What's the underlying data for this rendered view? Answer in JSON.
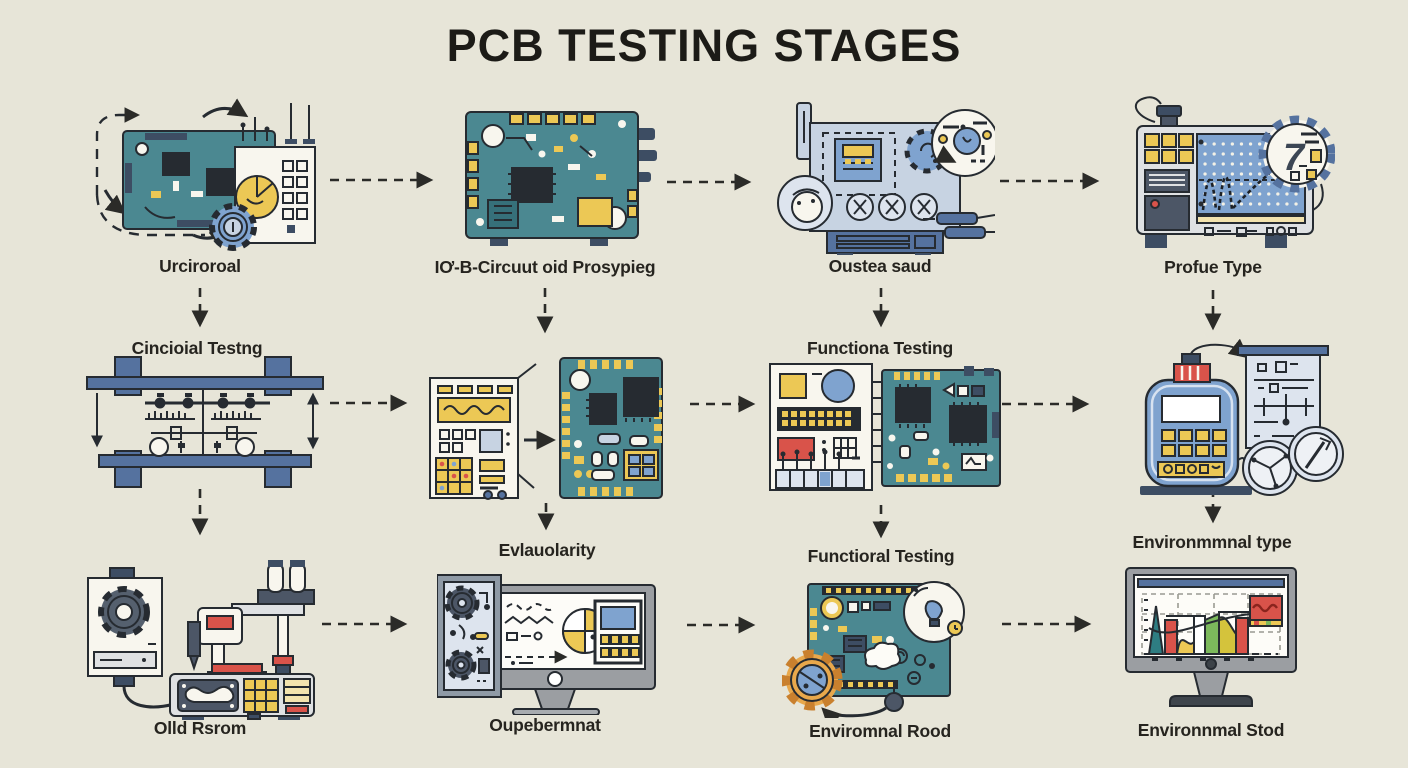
{
  "title": "PCB TESTING STAGES",
  "colors": {
    "background": "#e7e5d8",
    "ink": "#262b31",
    "pcb_teal": "#4b8891",
    "navy": "#3d4d63",
    "accent_blue": "#7fa3cf",
    "accent_yellow": "#ecc855",
    "accent_red": "#d9534a",
    "accent_orange": "#e0963c"
  },
  "cells": [
    {
      "name": "incoming-pcb-process",
      "illustration": "pcb-with-loop-arrows-gear-calculator",
      "label_below": "Urciroroal"
    },
    {
      "name": "bare-circuit-board",
      "illustration": "assembled-pcb-top-view",
      "label_below": "IƠ-B-Circuut oid Prosypieg"
    },
    {
      "name": "inspection-instrument",
      "illustration": "test-instrument-with-knobs-gauge-probes",
      "label_below": "Oustea saud"
    },
    {
      "name": "oscilloscope-profile",
      "illustration": "oscilloscope-with-graph-and-gear-badge",
      "label_below": "Profue Type",
      "badge_glyph": "7"
    },
    {
      "name": "in-circuit-test-fixture",
      "illustration": "bed-of-nails-fixture-schematic",
      "label_above": "Cincioial Testng"
    },
    {
      "name": "programming-station",
      "illustration": "control-panel-feeding-pcb",
      "label_below": "Evlauolarity"
    },
    {
      "name": "functional-test-rig",
      "illustration": "io-panel-wired-to-pcb",
      "label_above": "Functiona Testing",
      "label_below": "Functioral Testing"
    },
    {
      "name": "multimeter-verification",
      "illustration": "handheld-multimeter-schematic-dials",
      "label_below": "Environmmnal type"
    },
    {
      "name": "probe-test-machine",
      "illustration": "probe-drill-machine-with-gear-unit",
      "label_below": "Olld Rsrom"
    },
    {
      "name": "analysis-workstation",
      "illustration": "monitor-with-gear-panel-and-charts",
      "label_below": "Oupebermnat"
    },
    {
      "name": "burn-in-board",
      "illustration": "pcb-with-gear-and-bulb-magnifier",
      "label_below": "Enviromnal Rood"
    },
    {
      "name": "results-dashboard",
      "illustration": "monitor-with-bar-chart",
      "label_below": "Environnmal Stod"
    }
  ]
}
